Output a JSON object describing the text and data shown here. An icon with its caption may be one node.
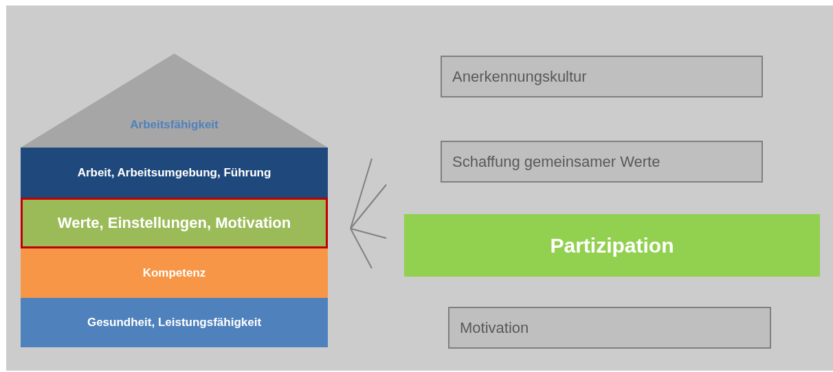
{
  "diagram": {
    "nodes": [
      {
        "text": [
          "Arbeitsfähigkeit"
        ]
      },
      {
        "text": [
          "Arbeit, Arbeitsumgebung, Führung"
        ]
      },
      {
        "text": [
          "Werte, Einstellungen, Motivation"
        ]
      },
      {
        "text": [
          "Kompetenz"
        ]
      },
      {
        "text": [
          "Gesundheit, Leistungsfähigkeit"
        ]
      },
      {
        "text": [
          "Anerkennungskultur"
        ]
      },
      {
        "text": [
          "Schaffung gemeinsamer Werte"
        ]
      },
      {
        "text": [
          "Partizipation"
        ]
      },
      {
        "text": [
          "Motivation"
        ]
      }
    ]
  }
}
